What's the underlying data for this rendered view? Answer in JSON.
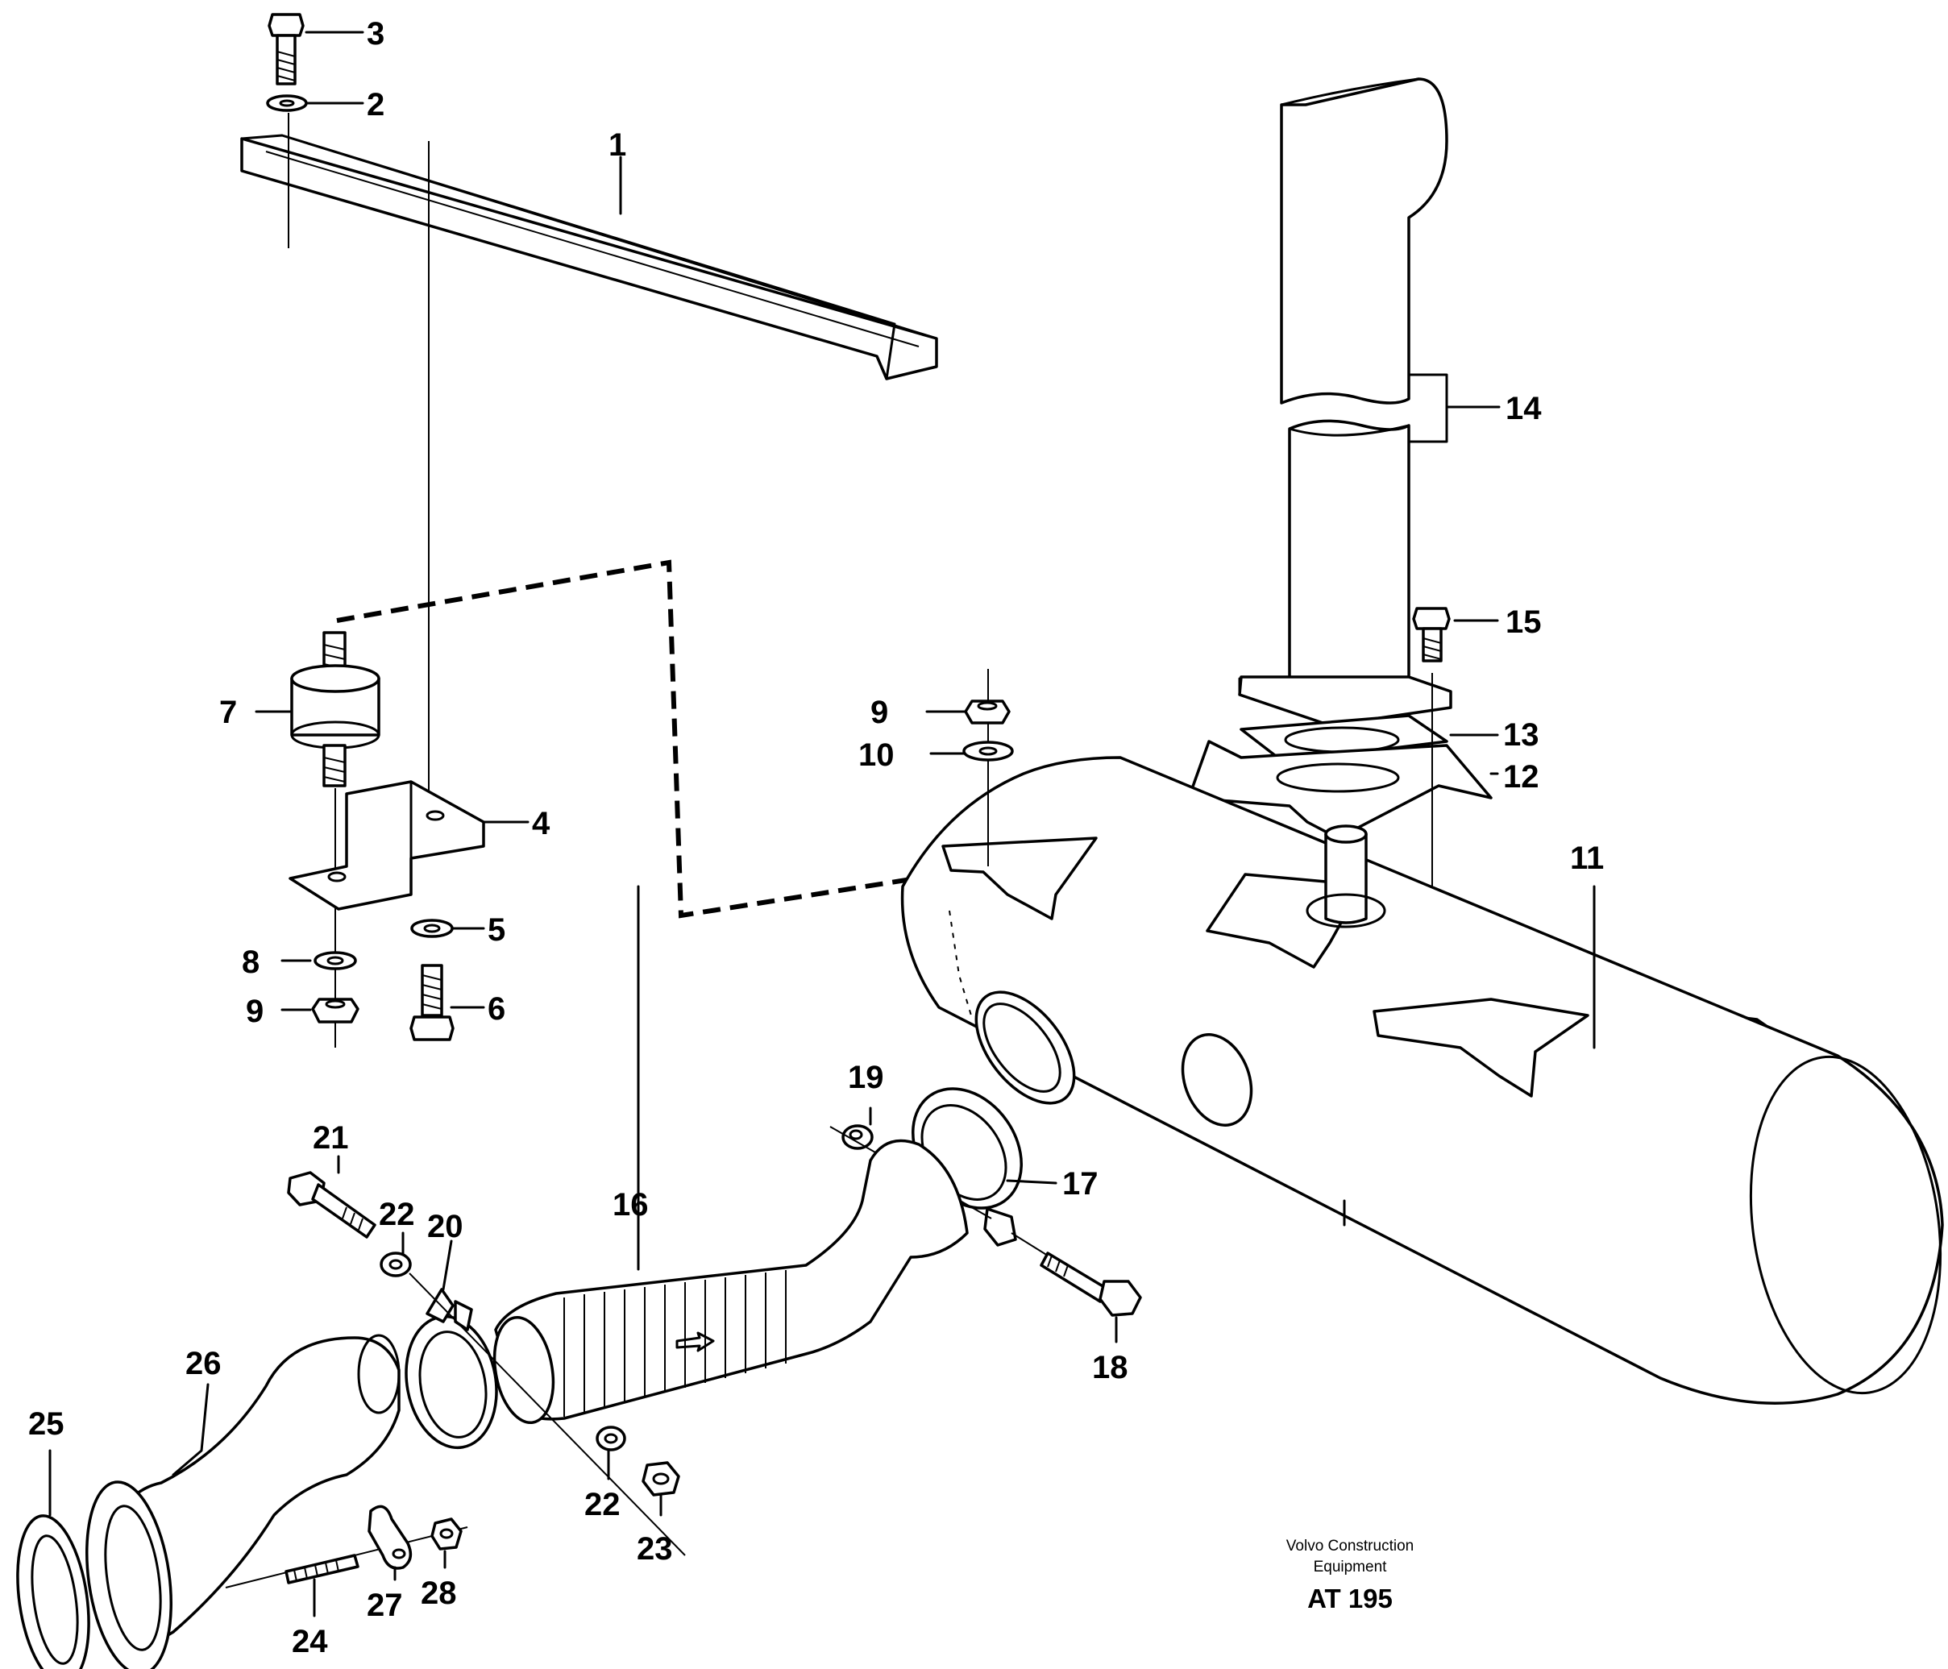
{
  "parts": [
    {
      "id": "1",
      "name": "bracket-rail"
    },
    {
      "id": "2",
      "name": "washer"
    },
    {
      "id": "3",
      "name": "screw"
    },
    {
      "id": "4",
      "name": "bracket"
    },
    {
      "id": "5",
      "name": "washer"
    },
    {
      "id": "6",
      "name": "screw"
    },
    {
      "id": "7",
      "name": "rubber-mount"
    },
    {
      "id": "8",
      "name": "washer"
    },
    {
      "id": "9",
      "name": "nut"
    },
    {
      "id": "10",
      "name": "washer"
    },
    {
      "id": "11",
      "name": "silencer"
    },
    {
      "id": "12",
      "name": "gasket"
    },
    {
      "id": "13",
      "name": "gasket"
    },
    {
      "id": "14",
      "name": "exhaust-pipe"
    },
    {
      "id": "15",
      "name": "screw"
    },
    {
      "id": "16",
      "name": "flex-pipe"
    },
    {
      "id": "17",
      "name": "clamp"
    },
    {
      "id": "18",
      "name": "screw"
    },
    {
      "id": "19",
      "name": "nut"
    },
    {
      "id": "20",
      "name": "clamp"
    },
    {
      "id": "21",
      "name": "screw"
    },
    {
      "id": "22",
      "name": "washer"
    },
    {
      "id": "23",
      "name": "nut"
    },
    {
      "id": "24",
      "name": "stud"
    },
    {
      "id": "25",
      "name": "gasket"
    },
    {
      "id": "26",
      "name": "exhaust-pipe"
    },
    {
      "id": "27",
      "name": "lock-washer"
    },
    {
      "id": "28",
      "name": "nut"
    }
  ],
  "callouts": {
    "c1": "1",
    "c2": "2",
    "c3": "3",
    "c4": "4",
    "c5": "5",
    "c6": "6",
    "c7": "7",
    "c8": "8",
    "c9a": "9",
    "c9b": "9",
    "c10": "10",
    "c11": "11",
    "c12": "12",
    "c13": "13",
    "c14": "14",
    "c15": "15",
    "c16": "16",
    "c17": "17",
    "c18": "18",
    "c19": "19",
    "c20": "20",
    "c21": "21",
    "c22a": "22",
    "c22b": "22",
    "c23": "23",
    "c24": "24",
    "c25": "25",
    "c26": "26",
    "c27": "27",
    "c28": "28"
  },
  "caption": {
    "line1": "Volvo Construction",
    "line2": "Equipment",
    "code": "AT 195"
  }
}
